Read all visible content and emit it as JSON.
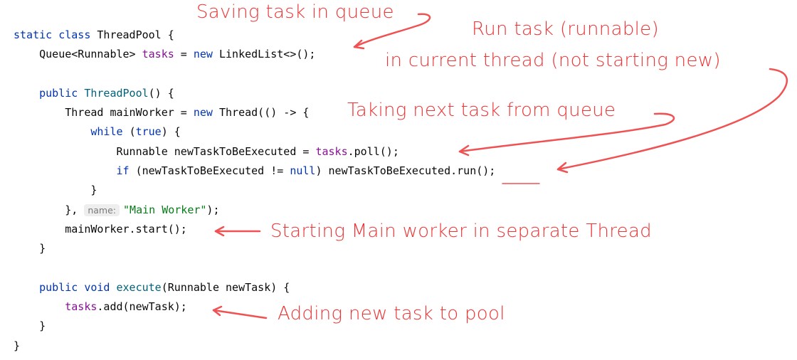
{
  "code": {
    "lines": [
      [
        {
          "t": "static class ",
          "c": "kw"
        },
        {
          "t": "ThreadPool {",
          "c": ""
        }
      ],
      [
        {
          "t": "    Queue<Runnable> ",
          "c": ""
        },
        {
          "t": "tasks",
          "c": "fld"
        },
        {
          "t": " = ",
          "c": ""
        },
        {
          "t": "new ",
          "c": "kw"
        },
        {
          "t": "LinkedList<>();",
          "c": ""
        }
      ],
      [],
      [
        {
          "t": "    public ",
          "c": "kw"
        },
        {
          "t": "ThreadPool",
          "c": "mth"
        },
        {
          "t": "() {",
          "c": ""
        }
      ],
      [
        {
          "t": "        Thread mainWorker = ",
          "c": ""
        },
        {
          "t": "new ",
          "c": "kw"
        },
        {
          "t": "Thread(() -> {",
          "c": ""
        }
      ],
      [
        {
          "t": "            while ",
          "c": "kw"
        },
        {
          "t": "(",
          "c": ""
        },
        {
          "t": "true",
          "c": "kw"
        },
        {
          "t": ") {",
          "c": ""
        }
      ],
      [
        {
          "t": "                Runnable newTaskToBeExecuted = ",
          "c": ""
        },
        {
          "t": "tasks",
          "c": "fld"
        },
        {
          "t": ".poll();",
          "c": ""
        }
      ],
      [
        {
          "t": "                if ",
          "c": "kw"
        },
        {
          "t": "(newTaskToBeExecuted != ",
          "c": ""
        },
        {
          "t": "null",
          "c": "kw"
        },
        {
          "t": ") newTaskToBeExecuted.run();",
          "c": ""
        }
      ],
      [
        {
          "t": "            }",
          "c": ""
        }
      ],
      [
        {
          "t": "        }, ",
          "c": ""
        },
        {
          "t": "name:",
          "c": "hint"
        },
        {
          "t": "\"Main Worker\"",
          "c": "str"
        },
        {
          "t": ");",
          "c": ""
        }
      ],
      [
        {
          "t": "        mainWorker.start();",
          "c": ""
        }
      ],
      [
        {
          "t": "    }",
          "c": ""
        }
      ],
      [],
      [
        {
          "t": "    public void ",
          "c": "kw"
        },
        {
          "t": "execute",
          "c": "mth"
        },
        {
          "t": "(Runnable newTask) {",
          "c": ""
        }
      ],
      [
        {
          "t": "        ",
          "c": ""
        },
        {
          "t": "tasks",
          "c": "fld"
        },
        {
          "t": ".add(newTask);",
          "c": ""
        }
      ],
      [
        {
          "t": "    }",
          "c": ""
        }
      ],
      [
        {
          "t": "}",
          "c": ""
        }
      ]
    ]
  },
  "annotations": {
    "saving": "Saving task in queue",
    "run_line1": "Run task (runnable)",
    "run_line2": "in current thread (not starting new)",
    "taking": "Taking next task from queue",
    "starting": "Starting Main worker in separate Thread",
    "adding": "Adding new task to pool"
  },
  "colors": {
    "annotation": "#ee3334",
    "keyword": "#0033b3",
    "field": "#871094",
    "method": "#00627a",
    "string": "#067d17"
  }
}
